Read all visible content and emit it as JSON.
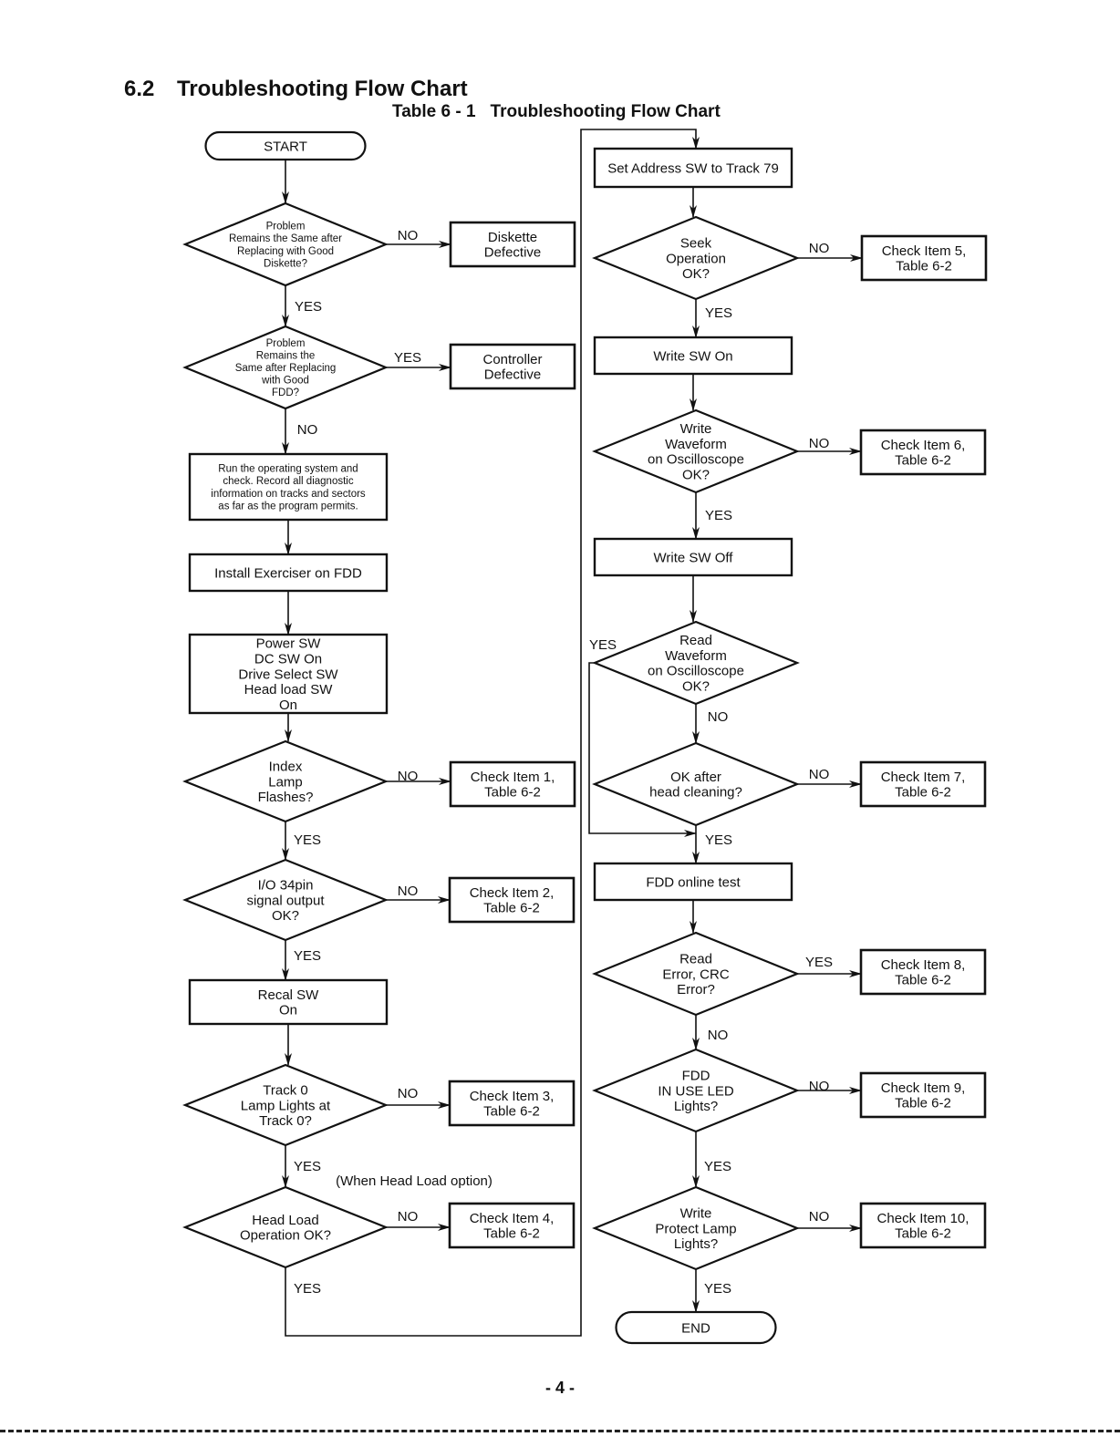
{
  "section": {
    "number": "6.2",
    "title": "Troubleshooting Flow Chart"
  },
  "table_caption": {
    "label": "Table 6 - 1",
    "title": "Troubleshooting Flow Chart"
  },
  "page_number": "- 4 -",
  "nodes": [
    {
      "id": "start",
      "type": "terminal",
      "lines": [
        "START"
      ]
    },
    {
      "id": "d_diskette",
      "type": "decision",
      "small": true,
      "lines": [
        "Problem",
        "Remains the Same after",
        "Replacing with Good",
        "Diskette?"
      ]
    },
    {
      "id": "b_diskette",
      "type": "result",
      "lines": [
        "Diskette",
        "Defective"
      ]
    },
    {
      "id": "d_fdd",
      "type": "decision",
      "small": true,
      "lines": [
        "Problem",
        "Remains the",
        "Same after Replacing",
        "with Good",
        "FDD?"
      ]
    },
    {
      "id": "b_controller",
      "type": "result",
      "lines": [
        "Controller",
        "Defective"
      ]
    },
    {
      "id": "p_run_os",
      "type": "process",
      "small": true,
      "lines": [
        "Run the operating system and",
        "check.  Record all diagnostic",
        "information on tracks and sectors",
        "as far as the program permits."
      ]
    },
    {
      "id": "p_install",
      "type": "process",
      "lines": [
        "Install Exerciser on FDD"
      ]
    },
    {
      "id": "p_power",
      "type": "process",
      "lines": [
        "Power SW",
        "DC SW On",
        "Drive Select SW",
        "Head load SW",
        "On"
      ]
    },
    {
      "id": "d_index",
      "type": "decision",
      "lines": [
        "Index",
        "Lamp",
        "Flashes?"
      ]
    },
    {
      "id": "b_item1",
      "type": "result",
      "lines": [
        "Check Item 1,",
        "Table 6-2"
      ]
    },
    {
      "id": "d_io",
      "type": "decision",
      "lines": [
        "I/O 34pin",
        "signal output",
        "OK?"
      ]
    },
    {
      "id": "b_item2",
      "type": "result",
      "lines": [
        "Check Item 2,",
        "Table 6-2"
      ]
    },
    {
      "id": "p_recal",
      "type": "process",
      "lines": [
        "Recal SW",
        "On"
      ]
    },
    {
      "id": "d_track0",
      "type": "decision",
      "lines": [
        "Track 0",
        "Lamp Lights at",
        "Track 0?"
      ]
    },
    {
      "id": "b_item3",
      "type": "result",
      "lines": [
        "Check Item 3,",
        "Table 6-2"
      ]
    },
    {
      "id": "d_headload",
      "type": "decision",
      "lines": [
        "Head Load",
        "Operation OK?"
      ]
    },
    {
      "id": "b_item4",
      "type": "result",
      "lines": [
        "Check Item 4,",
        "Table 6-2"
      ]
    },
    {
      "id": "p_track79",
      "type": "process",
      "lines": [
        "Set Address SW to Track 79"
      ]
    },
    {
      "id": "d_seek",
      "type": "decision",
      "lines": [
        "Seek",
        "Operation",
        "OK?"
      ]
    },
    {
      "id": "b_item5",
      "type": "result",
      "lines": [
        "Check Item 5,",
        "Table 6-2"
      ]
    },
    {
      "id": "p_write_on",
      "type": "process",
      "lines": [
        "Write SW On"
      ]
    },
    {
      "id": "d_write_wave",
      "type": "decision",
      "lines": [
        "Write",
        "Waveform",
        "on Oscilloscope",
        "OK?"
      ]
    },
    {
      "id": "b_item6",
      "type": "result",
      "lines": [
        "Check Item 6,",
        "Table 6-2"
      ]
    },
    {
      "id": "p_write_off",
      "type": "process",
      "lines": [
        "Write SW Off"
      ]
    },
    {
      "id": "d_read_wave",
      "type": "decision",
      "lines": [
        "Read",
        "Waveform",
        "on Oscilloscope",
        "OK?"
      ]
    },
    {
      "id": "d_clean",
      "type": "decision",
      "lines": [
        "OK after",
        "head cleaning?"
      ]
    },
    {
      "id": "b_item7",
      "type": "result",
      "lines": [
        "Check Item 7,",
        "Table 6-2"
      ]
    },
    {
      "id": "p_online",
      "type": "process",
      "lines": [
        "FDD online test"
      ]
    },
    {
      "id": "d_crc",
      "type": "decision",
      "lines": [
        "Read",
        "Error, CRC",
        "Error?"
      ]
    },
    {
      "id": "b_item8",
      "type": "result",
      "lines": [
        "Check Item 8,",
        "Table 6-2"
      ]
    },
    {
      "id": "d_inuse",
      "type": "decision",
      "lines": [
        "FDD",
        "IN USE LED",
        "Lights?"
      ]
    },
    {
      "id": "b_item9",
      "type": "result",
      "lines": [
        "Check Item 9,",
        "Table 6-2"
      ]
    },
    {
      "id": "d_protect",
      "type": "decision",
      "lines": [
        "Write",
        "Protect Lamp",
        "Lights?"
      ]
    },
    {
      "id": "b_item10",
      "type": "result",
      "lines": [
        "Check Item 10,",
        "Table 6-2"
      ]
    },
    {
      "id": "end",
      "type": "terminal",
      "lines": [
        "END"
      ]
    }
  ],
  "edge_labels": [
    {
      "id": "l_diskette_no",
      "text": "NO"
    },
    {
      "id": "l_diskette_yes",
      "text": "YES"
    },
    {
      "id": "l_fdd_yes",
      "text": "YES"
    },
    {
      "id": "l_fdd_no",
      "text": "NO"
    },
    {
      "id": "l_index_no",
      "text": "NO"
    },
    {
      "id": "l_index_yes",
      "text": "YES"
    },
    {
      "id": "l_io_no",
      "text": "NO"
    },
    {
      "id": "l_io_yes",
      "text": "YES"
    },
    {
      "id": "l_track0_no",
      "text": "NO"
    },
    {
      "id": "l_track0_yes",
      "text": "YES"
    },
    {
      "id": "l_headload_option",
      "text": "(When Head Load option)"
    },
    {
      "id": "l_headload_no",
      "text": "NO"
    },
    {
      "id": "l_headload_yes",
      "text": "YES"
    },
    {
      "id": "l_seek_no",
      "text": "NO"
    },
    {
      "id": "l_seek_yes",
      "text": "YES"
    },
    {
      "id": "l_write_no",
      "text": "NO"
    },
    {
      "id": "l_write_yes",
      "text": "YES"
    },
    {
      "id": "l_read_yes",
      "text": "YES"
    },
    {
      "id": "l_read_no",
      "text": "NO"
    },
    {
      "id": "l_clean_no",
      "text": "NO"
    },
    {
      "id": "l_clean_yes",
      "text": "YES"
    },
    {
      "id": "l_crc_yes",
      "text": "YES"
    },
    {
      "id": "l_crc_no",
      "text": "NO"
    },
    {
      "id": "l_inuse_no",
      "text": "NO"
    },
    {
      "id": "l_inuse_yes",
      "text": "YES"
    },
    {
      "id": "l_protect_no",
      "text": "NO"
    },
    {
      "id": "l_protect_yes",
      "text": "YES"
    }
  ]
}
